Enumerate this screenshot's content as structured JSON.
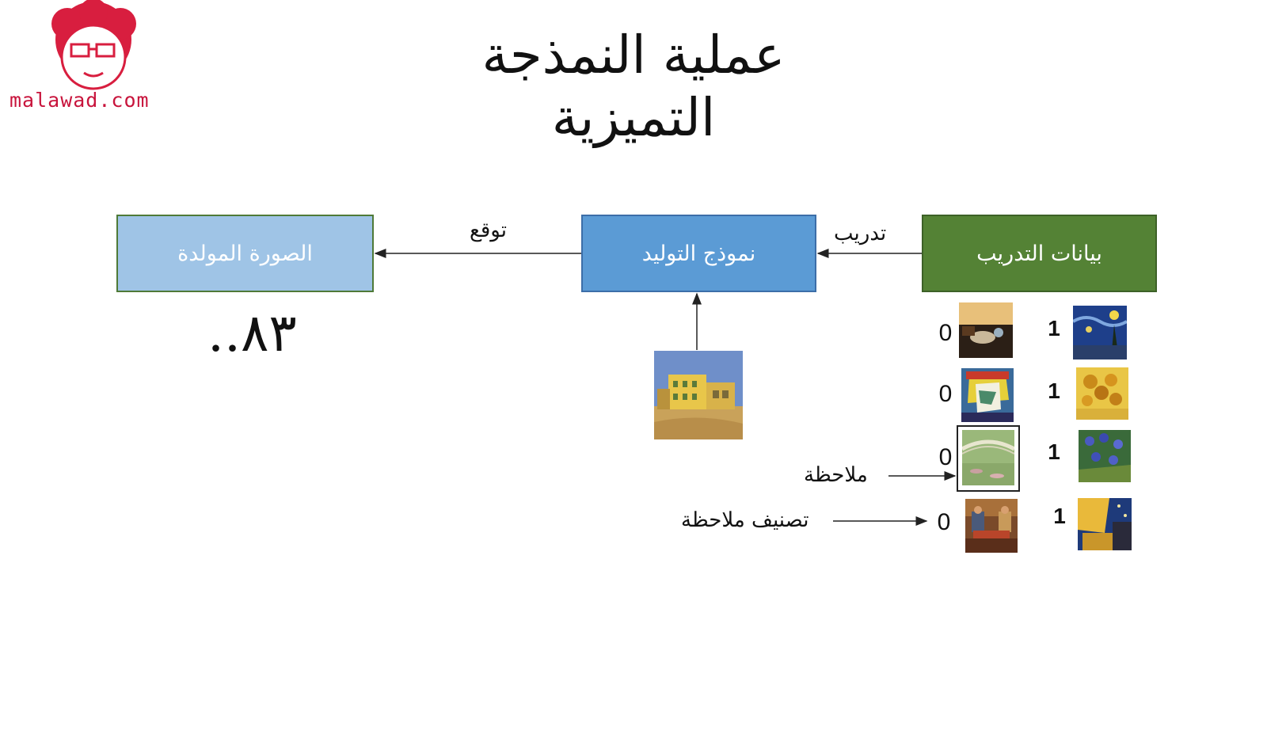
{
  "logo": {
    "text": "malawad.com",
    "color": "#c8143c",
    "icon": "cartoon-face-logo"
  },
  "title": "عملية النمذجة التميزية",
  "boxes": {
    "generated_image": "الصورة المولدة",
    "generative_model": "نموذج التوليد",
    "training_data": "بيانات التدريب"
  },
  "edges": {
    "predict": "توقع",
    "train": "تدريب"
  },
  "annotations": {
    "observation": "ملاحظة",
    "observation_classification": "تصنيف ملاحظة"
  },
  "slide_number": "٨٣..",
  "training_samples": [
    {
      "label": "1",
      "painting": "starry-night-painting"
    },
    {
      "label": "0",
      "painting": "persistence-of-memory-painting"
    },
    {
      "label": "1",
      "painting": "sunflowers-painting"
    },
    {
      "label": "0",
      "painting": "weeping-woman-painting"
    },
    {
      "label": "1",
      "painting": "irises-painting"
    },
    {
      "label": "0",
      "painting": "water-lilies-bridge-painting"
    },
    {
      "label": "1",
      "painting": "cafe-terrace-painting"
    },
    {
      "label": "0",
      "painting": "card-players-painting"
    }
  ],
  "input_painting": "yellow-house-painting",
  "colors": {
    "generated_box": "#9fc4e6",
    "model_box": "#5b9bd5",
    "training_box": "#548235"
  }
}
